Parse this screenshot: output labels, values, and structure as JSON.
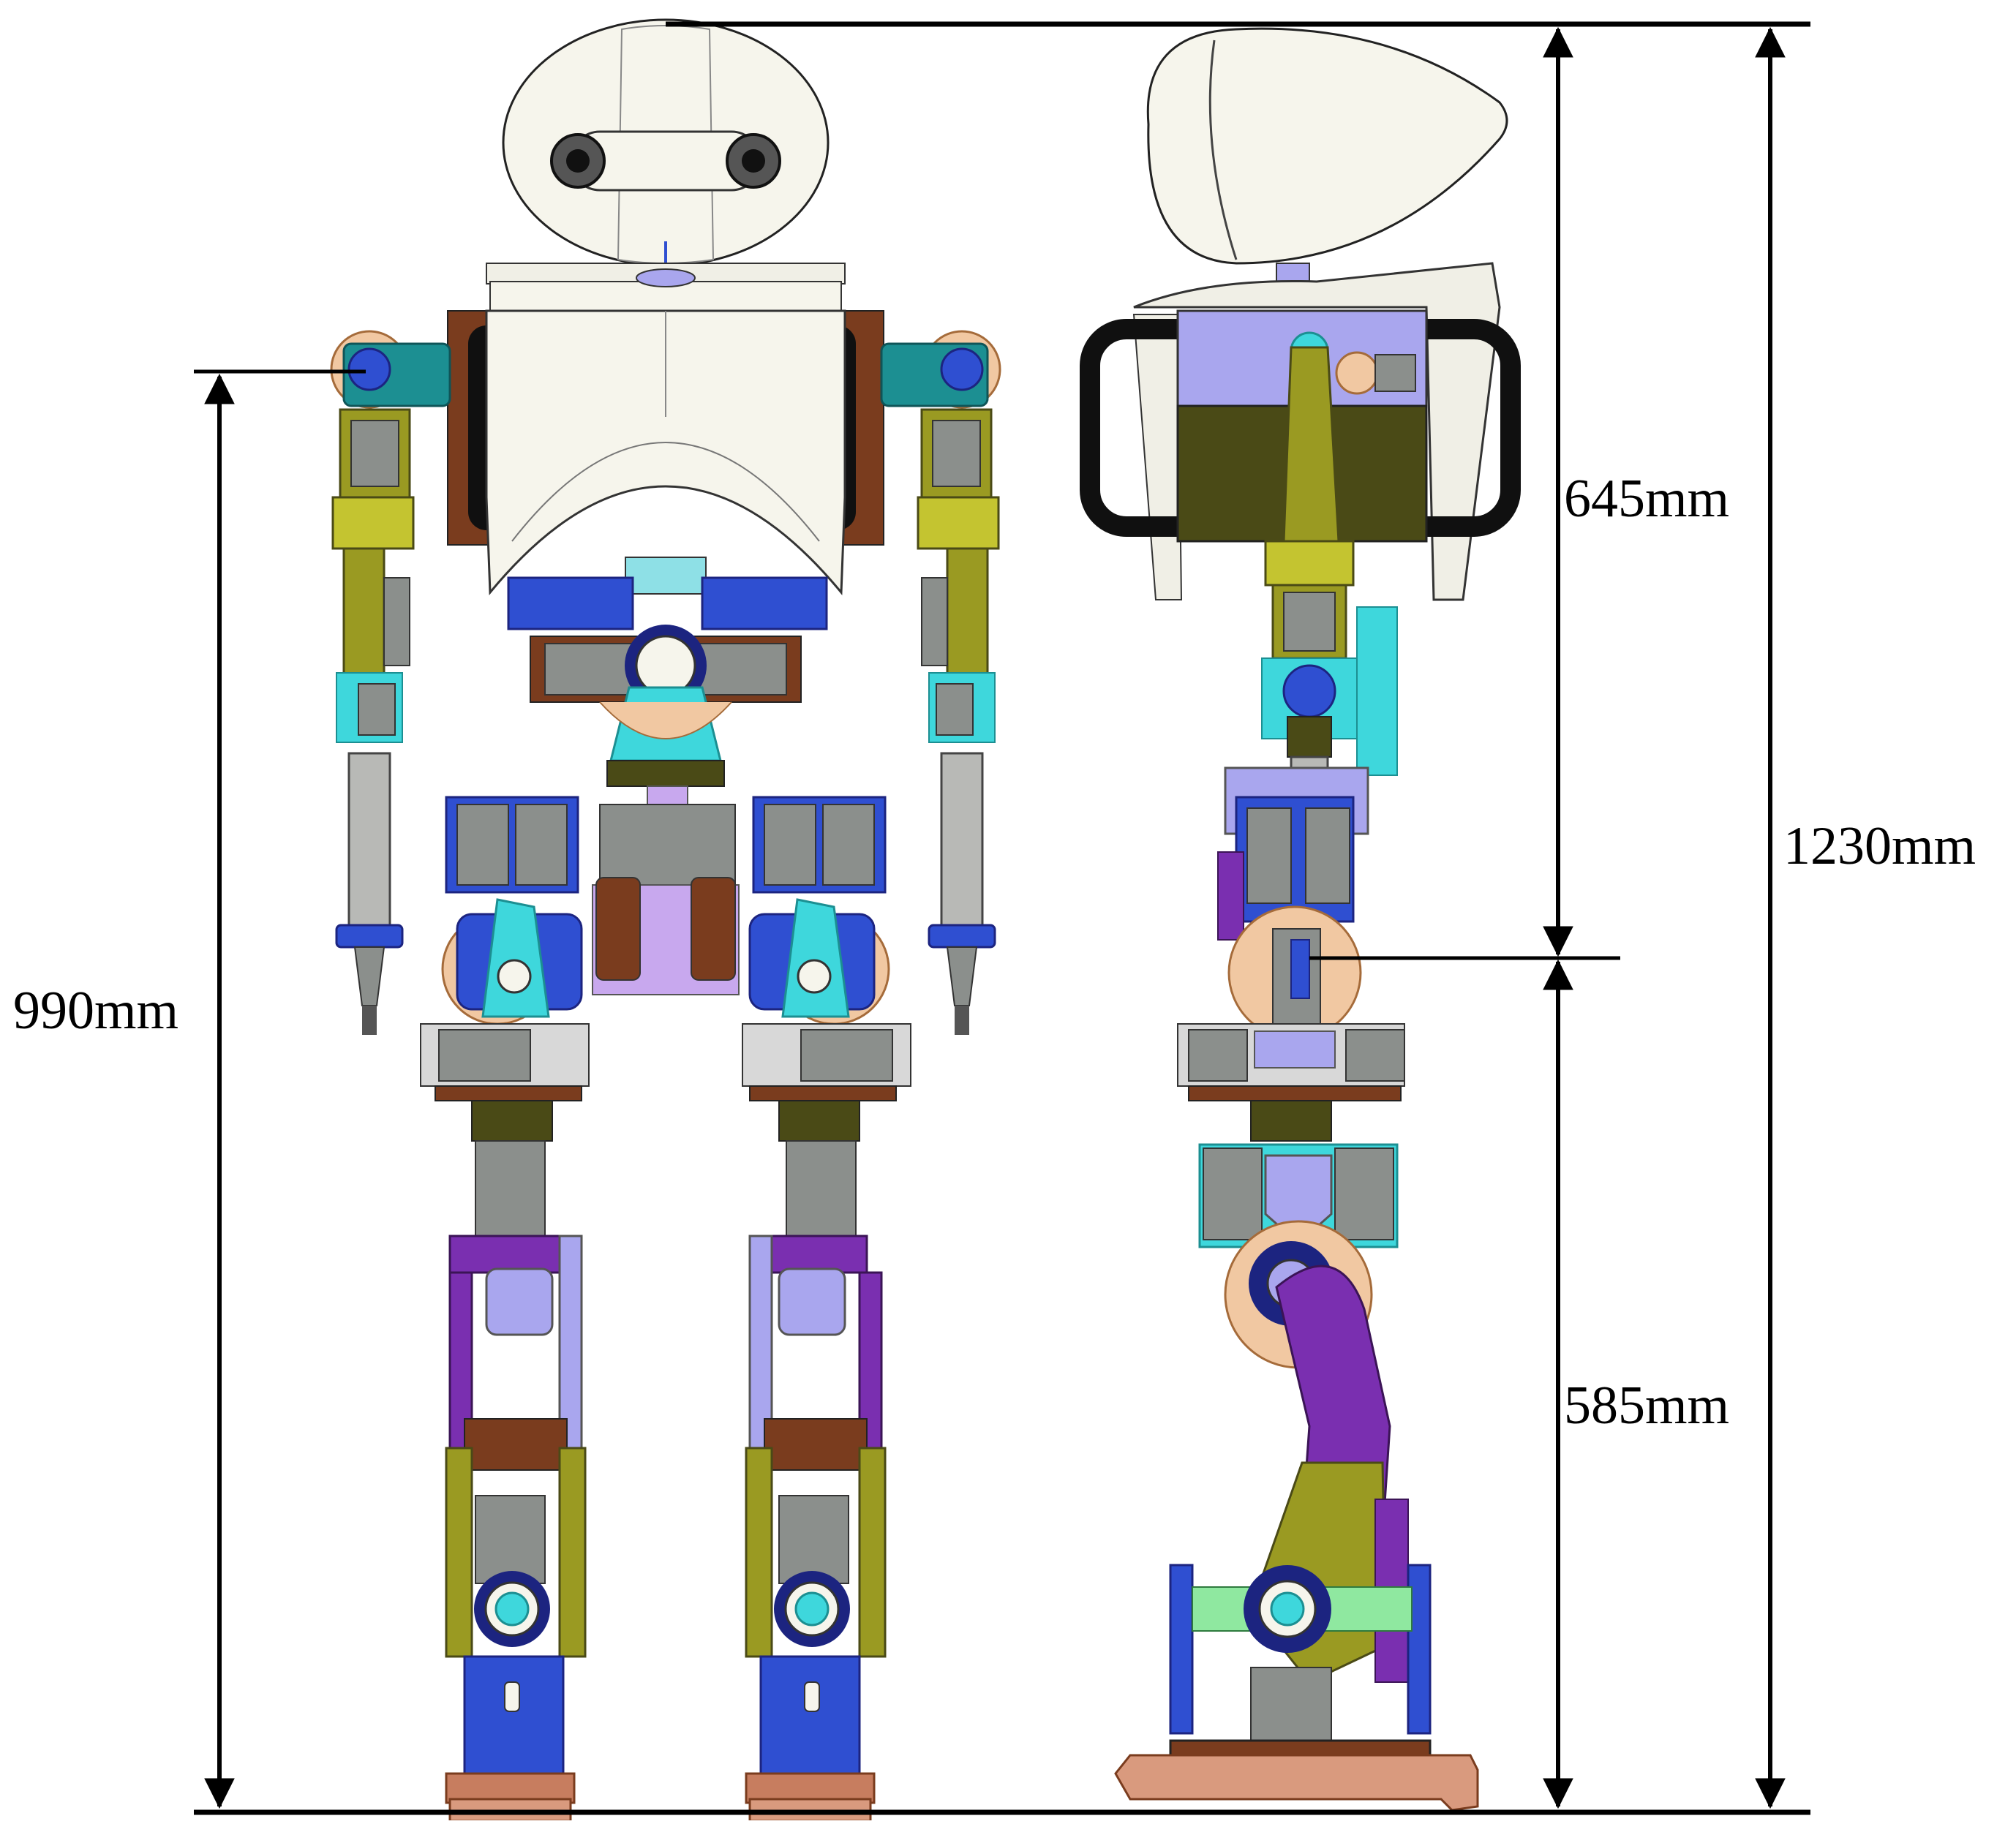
{
  "dimensions": {
    "head_to_hip": {
      "label": "645mm",
      "value": 645,
      "unit": "mm"
    },
    "total_height": {
      "label": "1230mm",
      "value": 1230,
      "unit": "mm"
    },
    "shoulder_height": {
      "label": "990mm",
      "value": 990,
      "unit": "mm"
    },
    "leg_length": {
      "label": "585mm",
      "value": 585,
      "unit": "mm"
    }
  },
  "colors": {
    "shell_white": "#f6f5ec",
    "joint_blue": "#2f4fd1",
    "navy": "#1c2480",
    "bracket_lavender": "#a9a6ee",
    "olive": "#9a9a22",
    "dark_olive": "#4a4a16",
    "brown": "#7a3c1e",
    "cyan": "#3ed7dc",
    "purple": "#7a2fb0",
    "servo_grey": "#8b8f8c",
    "peach": "#f1c8a2",
    "teal": "#1c8f92",
    "foot_pink": "#d99a7e",
    "black": "#101010"
  }
}
